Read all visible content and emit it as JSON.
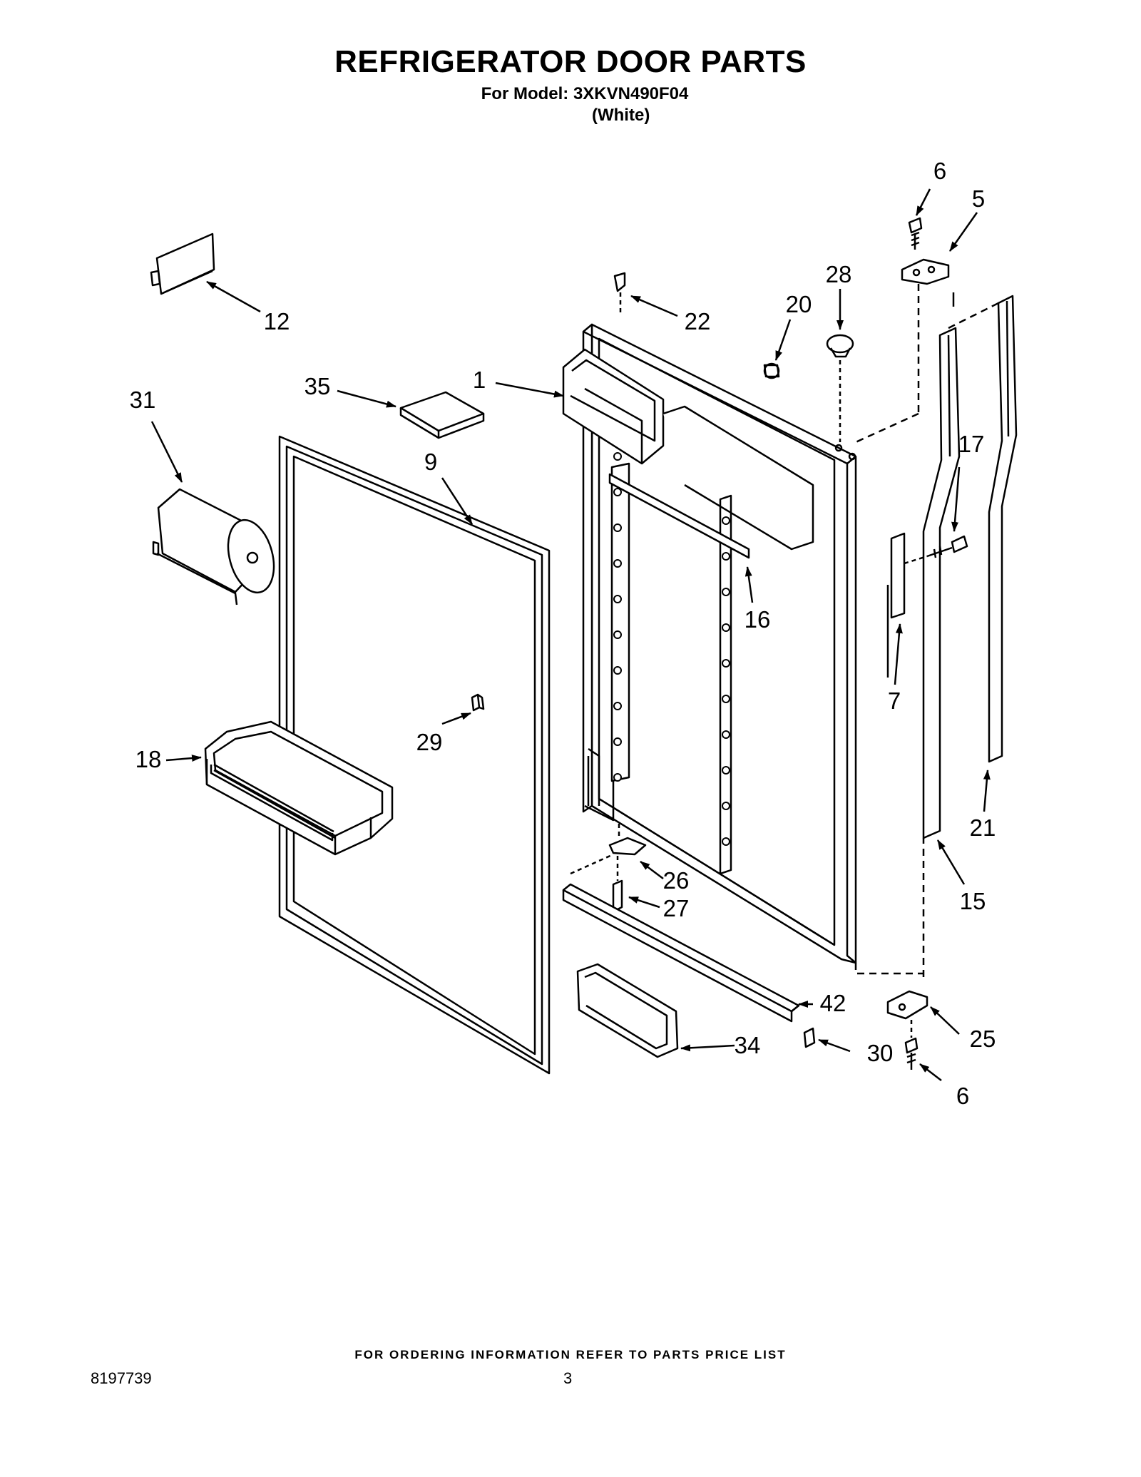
{
  "title": "REFRIGERATOR DOOR PARTS",
  "model_line": "For Model: 3XKVN490F04",
  "color_line": "(White)",
  "part_callouts": [
    "6",
    "5",
    "28",
    "20",
    "22",
    "12",
    "35",
    "1",
    "31",
    "9",
    "17",
    "16",
    "7",
    "18",
    "29",
    "21",
    "15",
    "26",
    "27",
    "42",
    "25",
    "34",
    "30",
    "6"
  ],
  "footer_note": "FOR ORDERING INFORMATION REFER TO PARTS PRICE LIST",
  "doc_number": "8197739",
  "page_number": "3"
}
